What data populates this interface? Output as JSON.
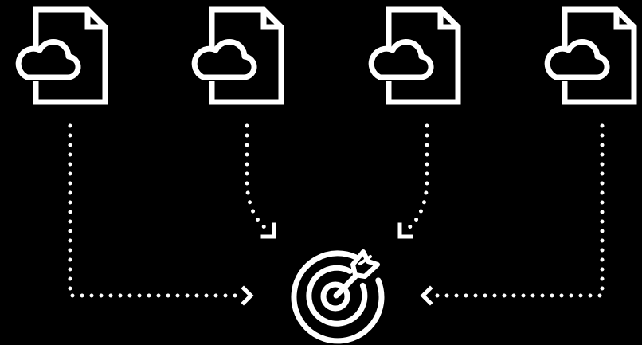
{
  "diagram": {
    "background": "#000000",
    "stroke_color": "#ffffff",
    "sources": [
      {
        "icon": "cloud-file-icon"
      },
      {
        "icon": "cloud-file-icon"
      },
      {
        "icon": "cloud-file-icon"
      },
      {
        "icon": "cloud-file-icon"
      }
    ],
    "connectors": [
      {
        "from": "source-1",
        "to": "target",
        "style": "dotted",
        "route": "down-then-right"
      },
      {
        "from": "source-2",
        "to": "target",
        "style": "dotted",
        "route": "down-then-curve-right"
      },
      {
        "from": "source-3",
        "to": "target",
        "style": "dotted",
        "route": "down-then-curve-left"
      },
      {
        "from": "source-4",
        "to": "target",
        "style": "dotted",
        "route": "down-then-left"
      }
    ],
    "target": {
      "icon": "target-arrow-icon"
    }
  }
}
